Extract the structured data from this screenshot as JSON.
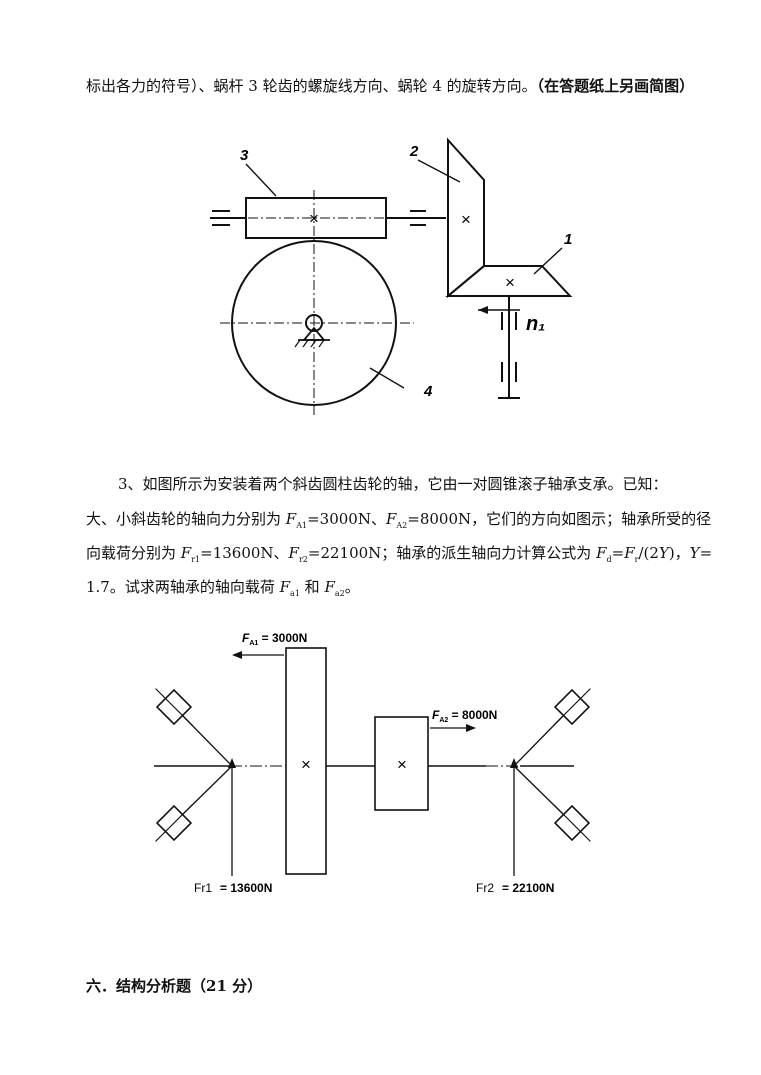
{
  "top_line": {
    "text": "标出各力的符号）、蜗杆 3 轮齿的螺旋线方向、蜗轮 4 的旋转方向。",
    "bold": "（在答题纸上另画简图）"
  },
  "fig1": {
    "labels": {
      "worm": "3",
      "bevel_large": "2",
      "bevel_small": "1",
      "worm_wheel": "4",
      "speed": "n₁"
    },
    "center_mark": "×"
  },
  "problem3": {
    "p1": "3、如图所示为安装着两个斜齿圆柱齿轮的轴，它由一对圆锥滚子轴承支承。已知：",
    "p2_a": "大、小斜齿轮的轴向力分别为 ",
    "p2_f1": "F",
    "p2_f1_sub": "A1",
    "p2_b": "=3000N、",
    "p2_f2": "F",
    "p2_f2_sub": "A2",
    "p2_c": "=8000N，它们的方向如图示；轴承所受的径",
    "p3_a": "向载荷分别为 ",
    "p3_f1": "F",
    "p3_f1_sub": "r1",
    "p3_b": "=13600N、",
    "p3_f2": "F",
    "p3_f2_sub": "r2",
    "p3_c": "=22100N；轴承的派生轴向力计算公式为 ",
    "p3_fd": "F",
    "p3_fd_sub": "d",
    "p3_d": "=",
    "p3_fr": "F",
    "p3_fr_sub": "r",
    "p3_e": "/(2",
    "p3_y": "Y",
    "p3_f": ")，",
    "p3_y2": "Y",
    "p3_g": "=",
    "p4_a": "1.7。试求两轴承的轴向载荷 ",
    "p4_f1": "F",
    "p4_f1_sub": "a1",
    "p4_b": " 和 ",
    "p4_f2": "F",
    "p4_f2_sub": "a2",
    "p4_c": "。"
  },
  "fig2": {
    "fa1_label": "F",
    "fa1_sub": "A1",
    "fa1_value": " = 3000N",
    "fa2_label": "F",
    "fa2_sub": "A2",
    "fa2_value": " = 8000N",
    "fr1_label": "Fr1",
    "fr1_value": "= 13600N",
    "fr2_label": "Fr2",
    "fr2_value": "= 22100N",
    "center_mark": "×"
  },
  "section6": {
    "heading": "六．结构分析题（21 分）"
  }
}
